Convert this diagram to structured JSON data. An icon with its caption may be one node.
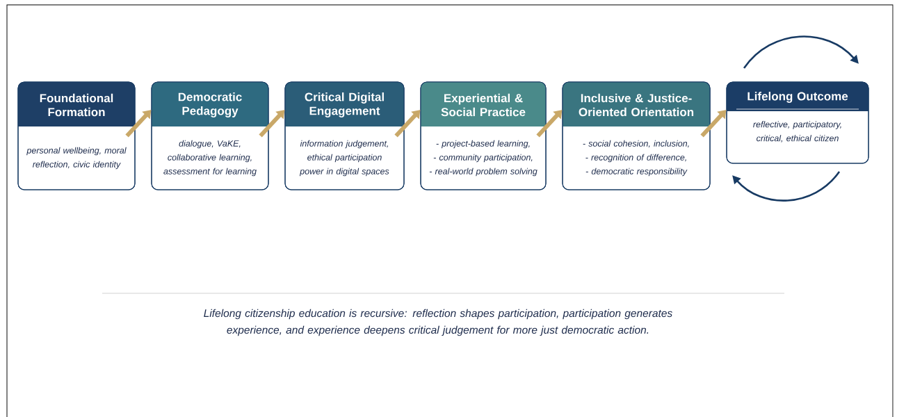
{
  "diagram": {
    "caption": "Lifelong citizenship education is recursive: reflection shapes participation, participation generates experience, and experience deepens critical judgement for more just democratic action.",
    "nodes": [
      {
        "text": [
          "Foundational Formation",
          "personal wellbeing, moral reflection, civic identity"
        ]
      },
      {
        "text": [
          "Democratic Pedagogy",
          "dialogue, VaKE, collaborative learning, assessment for learning"
        ]
      },
      {
        "text": [
          "Critical Digital Engagement",
          "information judgement, ethical participation power in digital spaces"
        ]
      },
      {
        "text": [
          "Experiential & Social Practice",
          "- project-based learning,",
          "- community participation,",
          "- real-world problem solving"
        ]
      },
      {
        "text": [
          "Inclusive & Justice-Oriented Orientation",
          "- social cohesion, inclusion,",
          "- recognition of difference,",
          "- democratic responsibility"
        ]
      },
      {
        "text": [
          "Lifelong Outcome",
          "reflective, participatory, critical, ethical citizen"
        ]
      }
    ],
    "edges": [
      {
        "from": 0,
        "to": 1,
        "arrow": "to"
      },
      {
        "from": 1,
        "to": 2,
        "arrow": "to"
      },
      {
        "from": 2,
        "to": 3,
        "arrow": "to"
      },
      {
        "from": 3,
        "to": 4,
        "arrow": "to"
      },
      {
        "from": 4,
        "to": 5,
        "arrow": "to"
      }
    ]
  }
}
